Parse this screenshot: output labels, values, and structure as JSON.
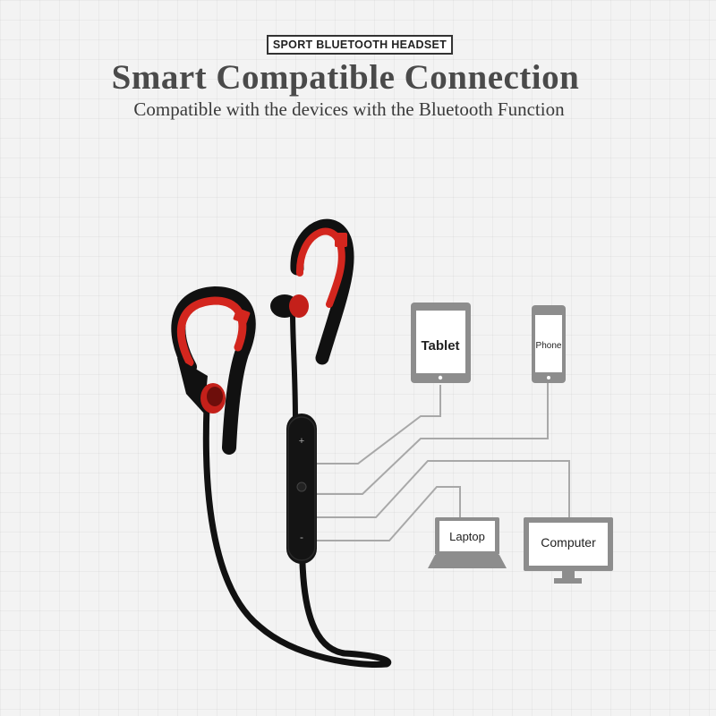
{
  "header": {
    "badge": "SPORT BLUETOOTH HEADSET",
    "title": "Smart Compatible Connection",
    "subtitle": "Compatible with the devices with the Bluetooth Function"
  },
  "devices": {
    "tablet": "Tablet",
    "phone": "Phone",
    "laptop": "Laptop",
    "computer": "Computer"
  },
  "remote": {
    "plus": "+",
    "minus": "-"
  },
  "colors": {
    "accent_red": "#d3261e",
    "headset_black": "#111111",
    "device_gray": "#8a8a8a",
    "connector_gray": "#a8a8a8"
  }
}
